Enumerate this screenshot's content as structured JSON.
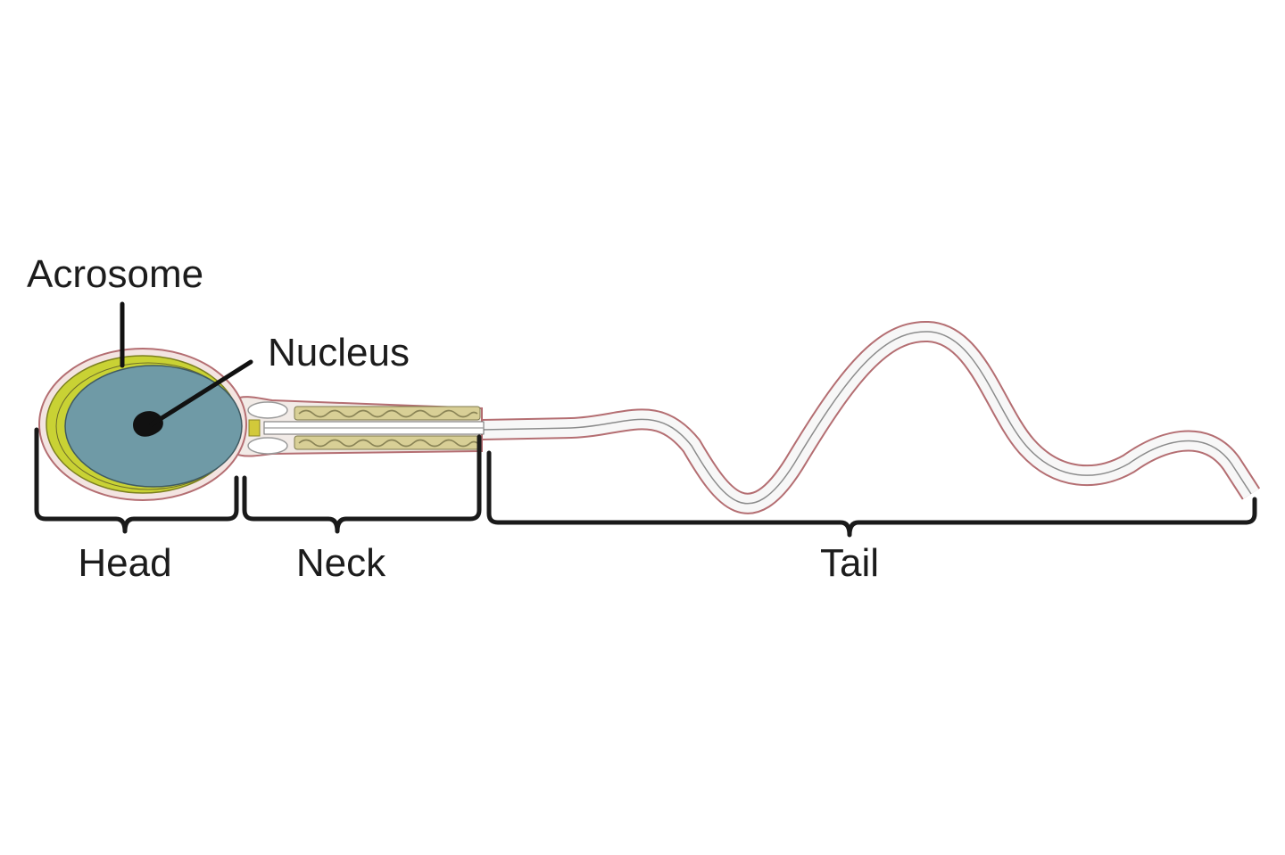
{
  "labels": {
    "acrosome": "Acrosome",
    "nucleus": "Nucleus",
    "head": "Head",
    "neck": "Neck",
    "tail": "Tail"
  },
  "colors": {
    "membrane": "#b46e72",
    "nucleus_fill": "#6f9aa6",
    "acrosome_yellow": "#c9d234",
    "mitochondria": "#cfc37c",
    "tail_fill": "#f7f7f7",
    "ink": "#1a1a1a"
  }
}
